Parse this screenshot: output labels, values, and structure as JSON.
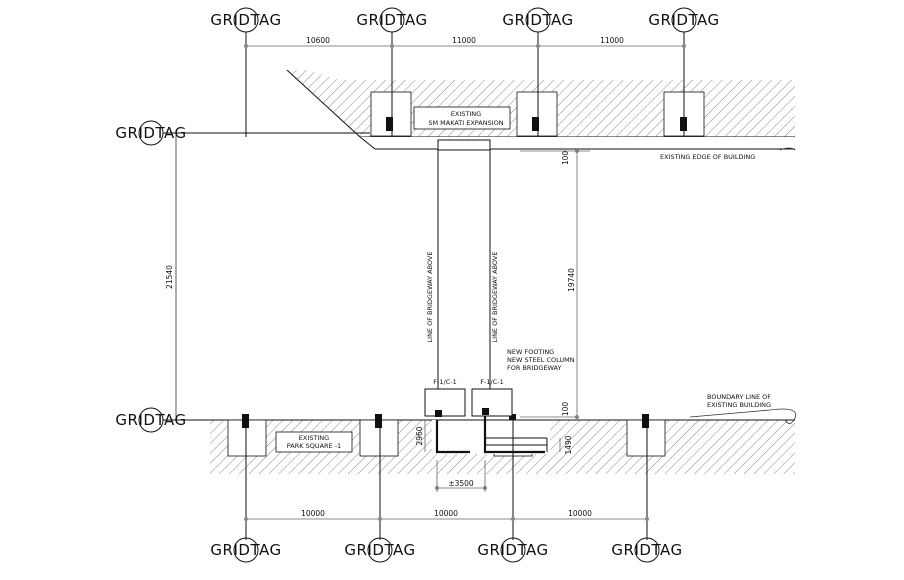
{
  "grid": {
    "tag_label": "GRIDTAG",
    "top_dims": [
      "10600",
      "11000",
      "11000"
    ],
    "bottom_dims": [
      "10000",
      "10000",
      "10000"
    ],
    "vertical_dim": "21540"
  },
  "annotations": {
    "existing_sm_line1": "EXISTING",
    "existing_sm_line2": "SM MAKATI EXPANSION",
    "existing_edge": "EXISTING EDGE OF BUILDING",
    "dim_100_top": "100",
    "dim_19740": "19740",
    "bridgeway_left": "LINE OF BRIDGEWAY ABOVE",
    "bridgeway_right": "LINE OF BRIDGEWAY ABOVE",
    "new_footing_1": "NEW FOOTING",
    "new_footing_2": "NEW STEEL COLUMN",
    "new_footing_3": "FOR BRIDGEWAY",
    "f1c1_left": "F-1/C-1",
    "f1c1_right": "F-1/C-1",
    "dim_100_bottom": "100",
    "boundary_1": "BOUNDARY LINE OF",
    "boundary_2": "EXISTING BUILDING",
    "park_1": "EXISTING",
    "park_2": "PARK SQUARE -1",
    "dim_2960": "2960",
    "dim_1490": "1490",
    "dim_3500": "±3500"
  }
}
